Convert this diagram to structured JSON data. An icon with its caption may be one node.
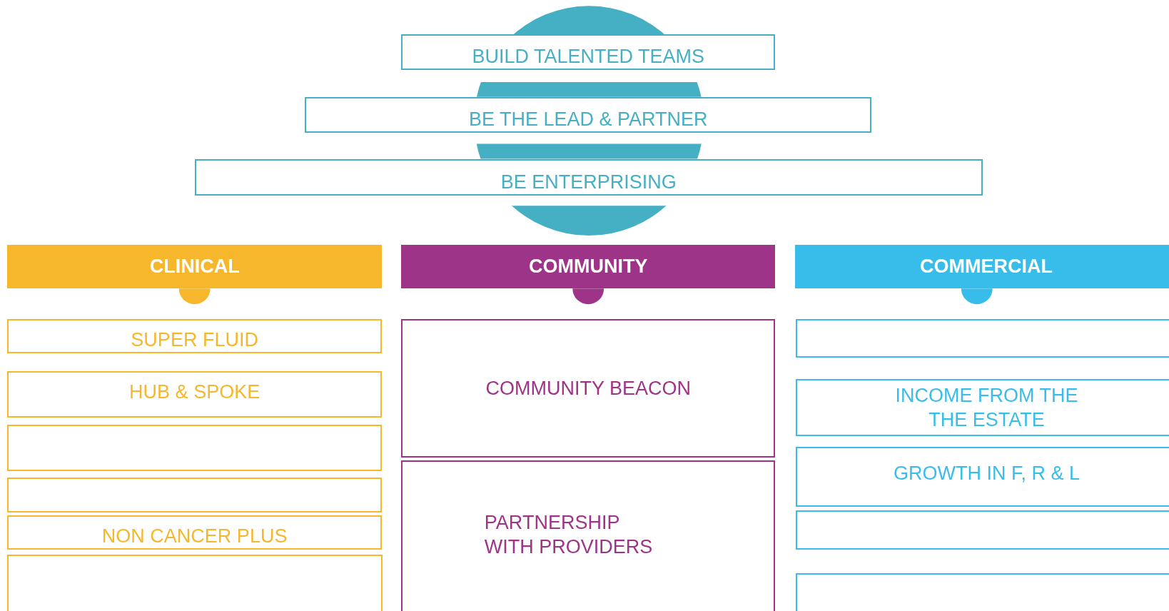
{
  "diagram": {
    "nodes": [
      {
        "text": [
          "BUILD TALENTED TEAMS"
        ]
      },
      {
        "text": [
          "BE THE LEAD & PARTNER"
        ]
      },
      {
        "text": [
          "BE ENTERPRISING"
        ]
      },
      {
        "text": [
          "CLINICAL"
        ]
      },
      {
        "text": [
          "SUPER FLUID"
        ]
      },
      {
        "text": [
          "HUB & SPOKE"
        ]
      },
      {
        "text": [],
        "shape": "box"
      },
      {
        "text": [],
        "shape": "box"
      },
      {
        "text": [
          "NON CANCER PLUS"
        ]
      },
      {
        "text": [],
        "shape": "box"
      },
      {
        "text": [
          "COMMUNITY"
        ]
      },
      {
        "text": [
          "COMMUNITY BEACON"
        ]
      },
      {
        "text": [
          "PARTNERSHIP WITH PROVIDERS"
        ]
      },
      {
        "text": [
          "COMMERCIAL"
        ]
      },
      {
        "text": [],
        "shape": "box"
      },
      {
        "text": [
          "INCOME FROM THE THE ESTATE"
        ]
      },
      {
        "text": [
          "GROWTH IN F, R & L"
        ]
      },
      {
        "text": [],
        "shape": "box"
      },
      {
        "text": [],
        "shape": "box"
      }
    ]
  }
}
